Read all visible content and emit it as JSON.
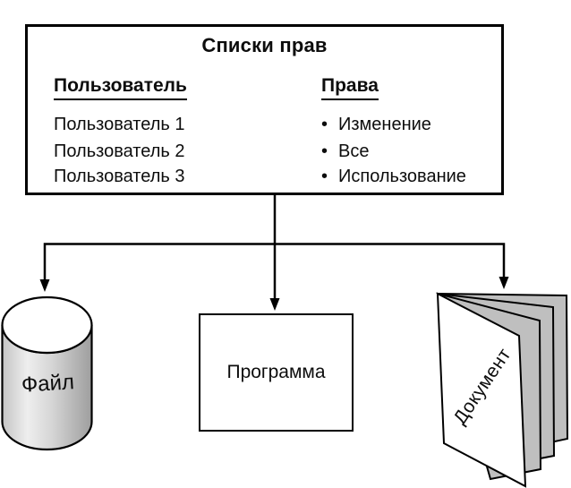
{
  "acl_box": {
    "title": "Списки прав",
    "users_column": {
      "header": "Пользователь",
      "items": [
        "Пользователь 1",
        "Пользователь 2",
        "Пользователь 3"
      ]
    },
    "rights_column": {
      "header": "Права",
      "bullet": "•",
      "items": [
        "Изменение",
        "Все",
        "Использование"
      ]
    }
  },
  "objects": {
    "file_label": "Файл",
    "program_label": "Программа",
    "document_label": "Документ"
  },
  "colors": {
    "outline": "#000000",
    "page_fill": "#bfbfbf",
    "background": "#ffffff"
  }
}
